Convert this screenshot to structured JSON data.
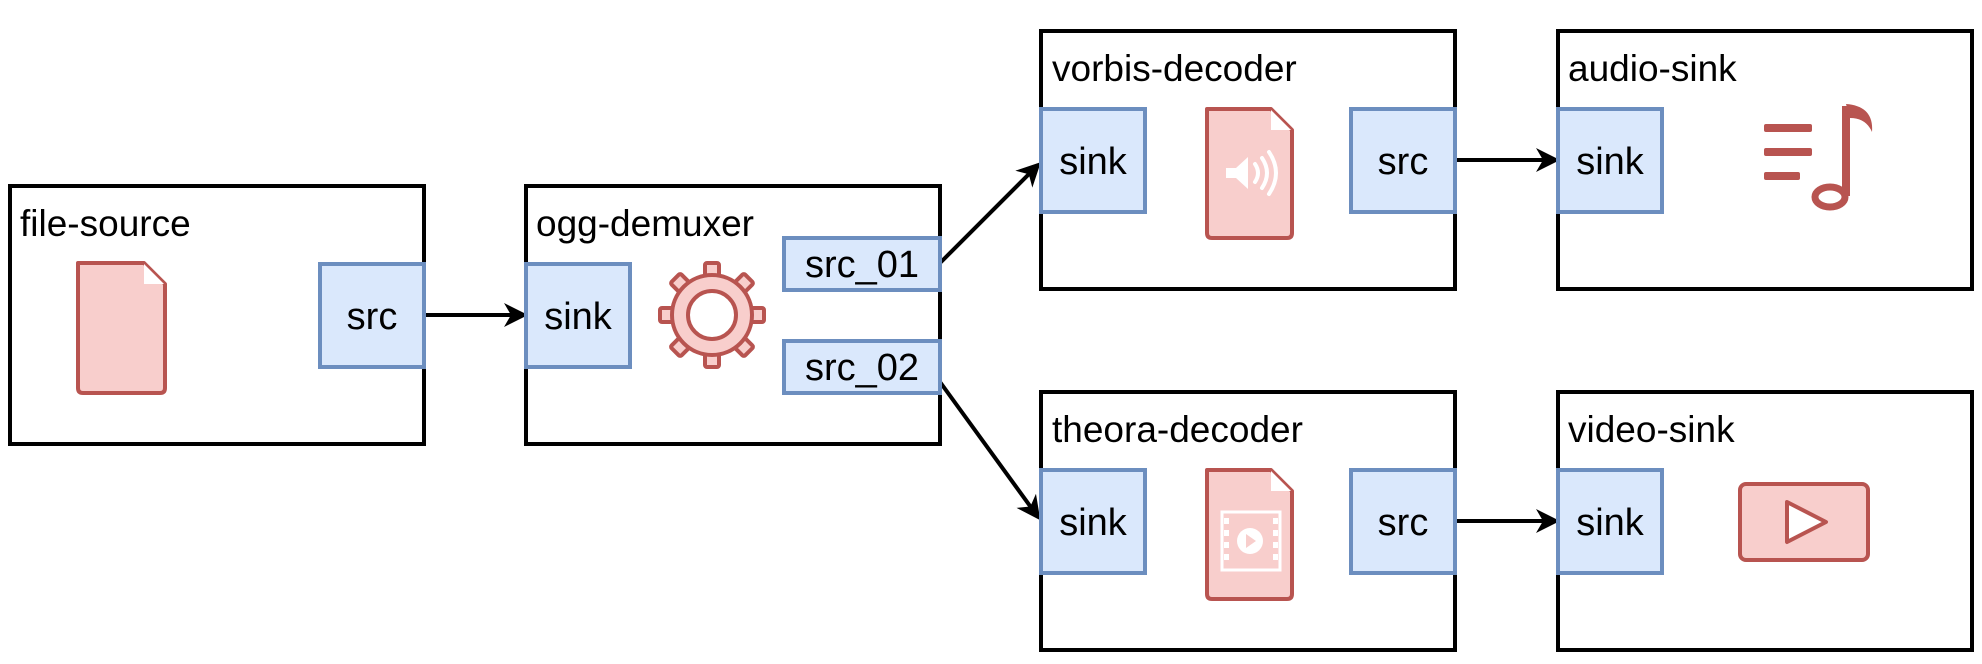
{
  "colors": {
    "pad_fill": "#dae8fc",
    "pad_stroke": "#6c8ebf",
    "icon_fill": "#f8cecc",
    "icon_stroke": "#b85450",
    "box_stroke": "#000000"
  },
  "nodes": {
    "file_source": {
      "title": "file-source",
      "icon": "document-icon",
      "pads": {
        "src": "src"
      }
    },
    "ogg_demuxer": {
      "title": "ogg-demuxer",
      "icon": "gear-icon",
      "pads": {
        "sink": "sink",
        "src_01": "src_01",
        "src_02": "src_02"
      }
    },
    "vorbis_decoder": {
      "title": "vorbis-decoder",
      "icon": "audio-file-icon",
      "pads": {
        "sink": "sink",
        "src": "src"
      }
    },
    "audio_sink": {
      "title": "audio-sink",
      "icon": "music-note-icon",
      "pads": {
        "sink": "sink"
      }
    },
    "theora_decoder": {
      "title": "theora-decoder",
      "icon": "video-file-icon",
      "pads": {
        "sink": "sink",
        "src": "src"
      }
    },
    "video_sink": {
      "title": "video-sink",
      "icon": "play-button-icon",
      "pads": {
        "sink": "sink"
      }
    }
  },
  "edges": [
    {
      "from": "file-source.src",
      "to": "ogg-demuxer.sink"
    },
    {
      "from": "ogg-demuxer.src_01",
      "to": "vorbis-decoder.sink"
    },
    {
      "from": "ogg-demuxer.src_02",
      "to": "theora-decoder.sink"
    },
    {
      "from": "vorbis-decoder.src",
      "to": "audio-sink.sink"
    },
    {
      "from": "theora-decoder.src",
      "to": "video-sink.sink"
    }
  ]
}
